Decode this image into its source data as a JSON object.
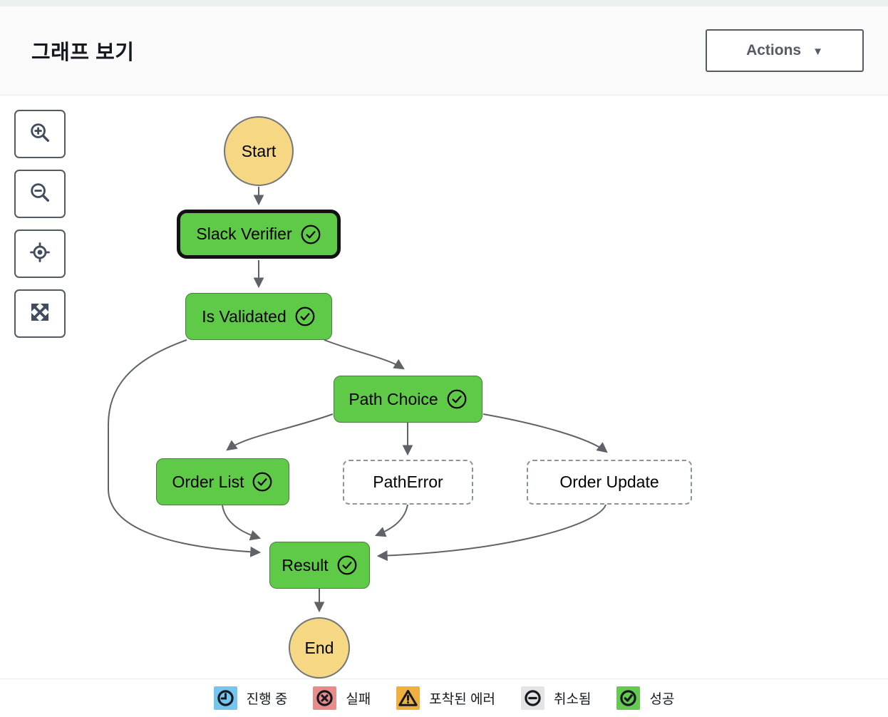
{
  "header": {
    "title": "그래프 보기",
    "actions_label": "Actions",
    "actions_caret_icon": "caret-down-icon"
  },
  "toolbar": {
    "icons": [
      "zoom-in-icon",
      "zoom-out-icon",
      "center-target-icon",
      "fit-fullscreen-icon"
    ]
  },
  "graph": {
    "nodes": [
      {
        "id": "start",
        "label": "Start",
        "type": "start",
        "status": "none"
      },
      {
        "id": "slack-verifier",
        "label": "Slack Verifier",
        "type": "state",
        "status": "succeeded",
        "selected": true
      },
      {
        "id": "is-validated",
        "label": "Is Validated",
        "type": "state",
        "status": "succeeded"
      },
      {
        "id": "path-choice",
        "label": "Path Choice",
        "type": "choice",
        "status": "succeeded"
      },
      {
        "id": "order-list",
        "label": "Order List",
        "type": "state",
        "status": "succeeded"
      },
      {
        "id": "path-error",
        "label": "PathError",
        "type": "state",
        "status": "not-executed"
      },
      {
        "id": "order-update",
        "label": "Order Update",
        "type": "state",
        "status": "not-executed"
      },
      {
        "id": "result",
        "label": "Result",
        "type": "state",
        "status": "succeeded"
      },
      {
        "id": "end",
        "label": "End",
        "type": "end",
        "status": "none"
      }
    ],
    "edges": [
      [
        "start",
        "slack-verifier"
      ],
      [
        "slack-verifier",
        "is-validated"
      ],
      [
        "is-validated",
        "path-choice"
      ],
      [
        "is-validated",
        "result"
      ],
      [
        "path-choice",
        "order-list"
      ],
      [
        "path-choice",
        "path-error"
      ],
      [
        "path-choice",
        "order-update"
      ],
      [
        "order-list",
        "result"
      ],
      [
        "path-error",
        "result"
      ],
      [
        "order-update",
        "result"
      ],
      [
        "result",
        "end"
      ]
    ],
    "colors": {
      "succeeded_node": "#5fca47",
      "start_end_node": "#f6d884",
      "not_executed_border": "#8a939f",
      "edge": "#5f6368",
      "selected_border": "#121212"
    }
  },
  "legend": {
    "items": [
      {
        "label": "진행 중",
        "icon": "clock-icon",
        "color": "#75c6ee"
      },
      {
        "label": "실패",
        "icon": "circle-x-icon",
        "color": "#e88b8b"
      },
      {
        "label": "포착된 에러",
        "icon": "warning-triangle-icon",
        "color": "#f0b03f"
      },
      {
        "label": "취소됨",
        "icon": "circle-minus-icon",
        "color": "#e4e4e4"
      },
      {
        "label": "성공",
        "icon": "circle-check-icon",
        "color": "#65cb50"
      }
    ]
  }
}
